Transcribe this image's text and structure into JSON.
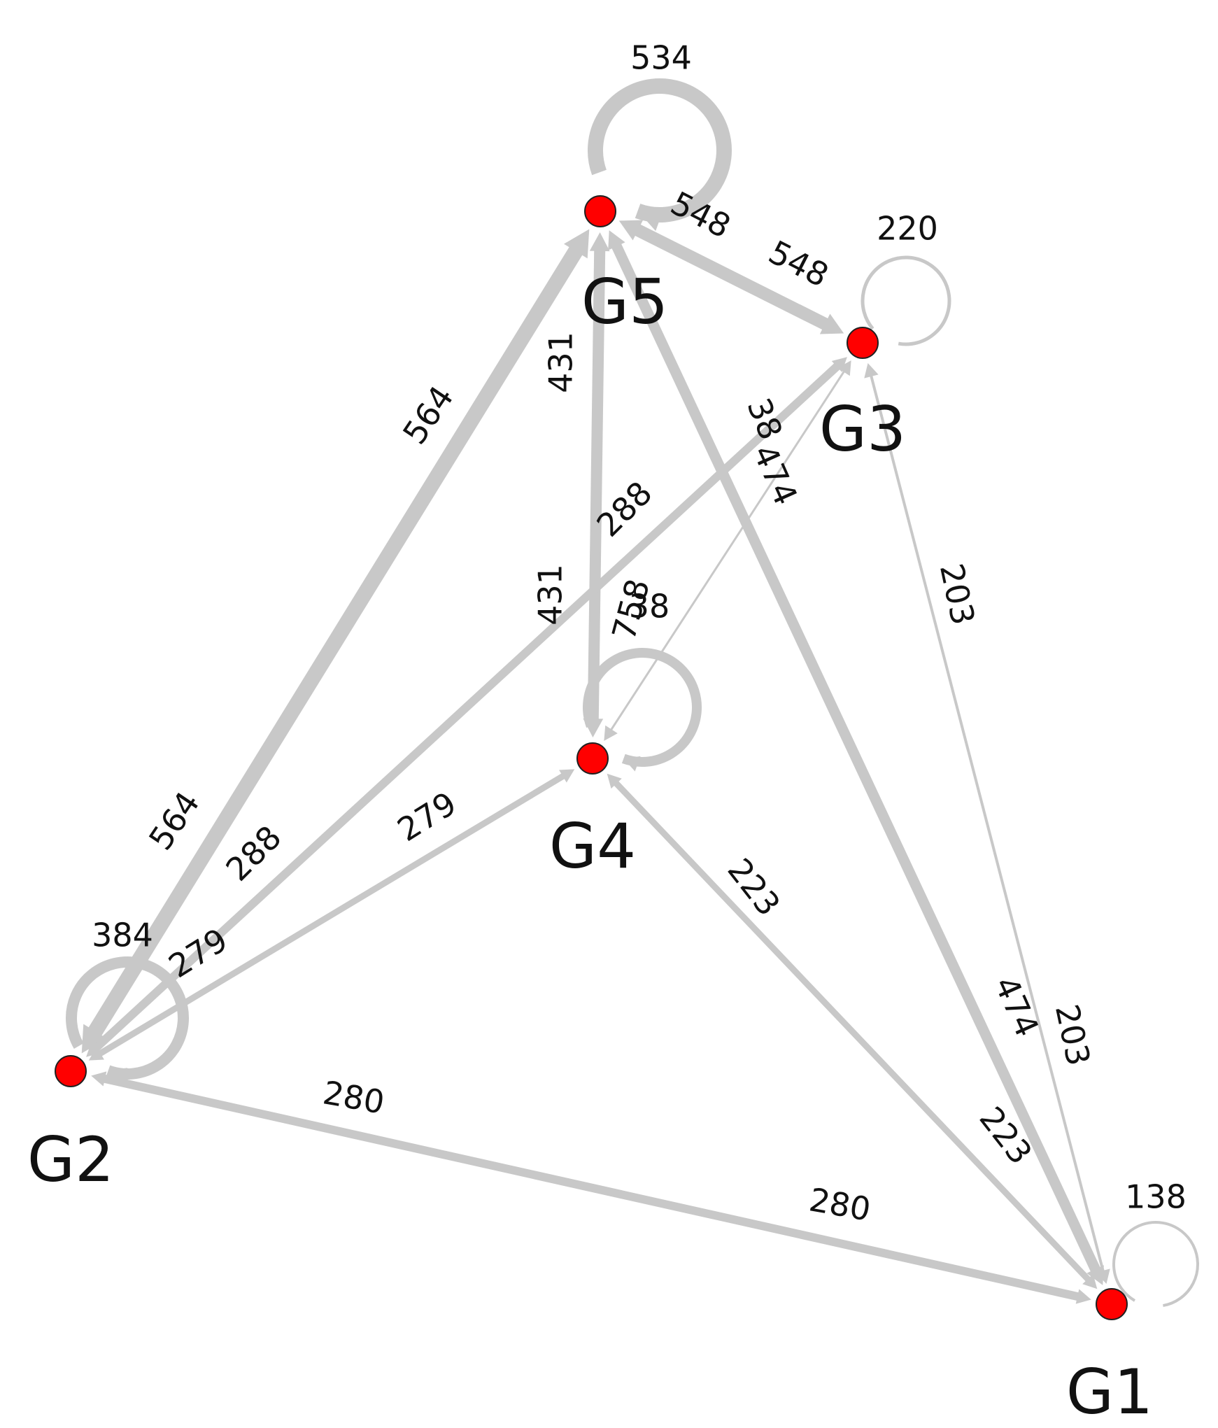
{
  "diagram": {
    "type": "directed-weighted-graph",
    "node_color": "#ff0000",
    "edge_color": "#c8c8c8",
    "label_color": "#111111",
    "nodes": [
      {
        "id": "G1",
        "label": "G1"
      },
      {
        "id": "G2",
        "label": "G2"
      },
      {
        "id": "G3",
        "label": "G3"
      },
      {
        "id": "G4",
        "label": "G4"
      },
      {
        "id": "G5",
        "label": "G5"
      }
    ],
    "self_loops": [
      {
        "node": "G5",
        "weight": "534"
      },
      {
        "node": "G3",
        "weight": "220"
      },
      {
        "node": "G4",
        "weight": "758"
      },
      {
        "node": "G2",
        "weight": "384"
      },
      {
        "node": "G1",
        "weight": "138"
      }
    ],
    "edges": [
      {
        "from": "G2",
        "to": "G5",
        "weight": "564",
        "labels": [
          "564",
          "564"
        ]
      },
      {
        "from": "G5",
        "to": "G3",
        "weight": "548",
        "labels": [
          "548",
          "548"
        ]
      },
      {
        "from": "G5",
        "to": "G4",
        "weight": "431",
        "labels": [
          "431",
          "431"
        ]
      },
      {
        "from": "G5",
        "to": "G1",
        "weight": "474",
        "labels": [
          "474",
          "474"
        ]
      },
      {
        "from": "G2",
        "to": "G3",
        "weight": "288",
        "labels": [
          "288",
          "288"
        ]
      },
      {
        "from": "G3",
        "to": "G4",
        "weight": "38",
        "labels": [
          "38",
          "38"
        ]
      },
      {
        "from": "G3",
        "to": "G1",
        "weight": "203",
        "labels": [
          "203",
          "203"
        ]
      },
      {
        "from": "G4",
        "to": "G2",
        "weight": "279",
        "labels": [
          "279",
          "279"
        ]
      },
      {
        "from": "G1",
        "to": "G4",
        "weight": "223",
        "labels": [
          "223",
          "223"
        ]
      },
      {
        "from": "G2",
        "to": "G1",
        "weight": "280",
        "labels": [
          "280",
          "280"
        ]
      }
    ]
  }
}
